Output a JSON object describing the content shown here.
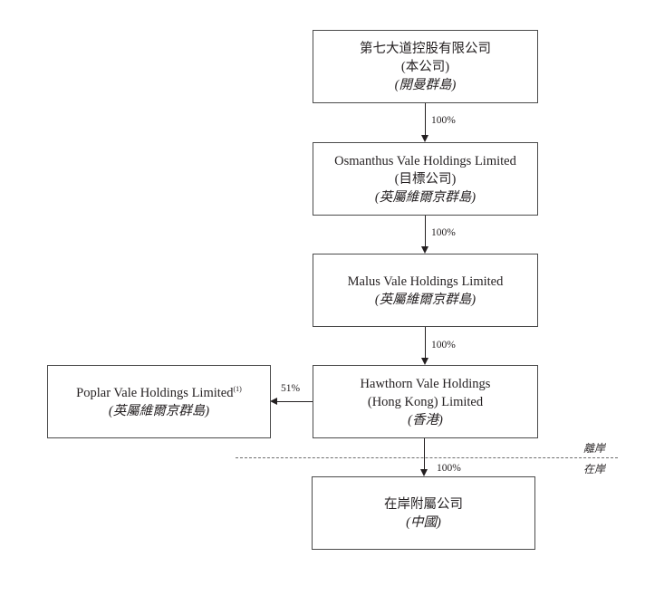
{
  "entities": {
    "company": {
      "name": "第七大道控股有限公司",
      "note": "(本公司)",
      "jurisdiction": "(開曼群島)"
    },
    "osmanthus": {
      "name": "Osmanthus Vale Holdings Limited",
      "note": "(目標公司)",
      "jurisdiction": "(英屬維爾京群島)"
    },
    "malus": {
      "name": "Malus Vale Holdings Limited",
      "jurisdiction": "(英屬維爾京群島)"
    },
    "hawthorn": {
      "name_line1": "Hawthorn Vale Holdings",
      "name_line2": "(Hong Kong) Limited",
      "jurisdiction": "(香港)"
    },
    "poplar": {
      "name": "Poplar Vale Holdings Limited",
      "footnote": "(1)",
      "jurisdiction": "(英屬維爾京群島)"
    },
    "onshore_sub": {
      "name": "在岸附屬公司",
      "jurisdiction": "(中國)"
    }
  },
  "ownership": {
    "company_to_osmanthus": "100%",
    "osmanthus_to_malus": "100%",
    "malus_to_hawthorn": "100%",
    "hawthorn_to_poplar": "51%",
    "hawthorn_to_onshore": "100%"
  },
  "zones": {
    "offshore": "離岸",
    "onshore": "在岸"
  }
}
